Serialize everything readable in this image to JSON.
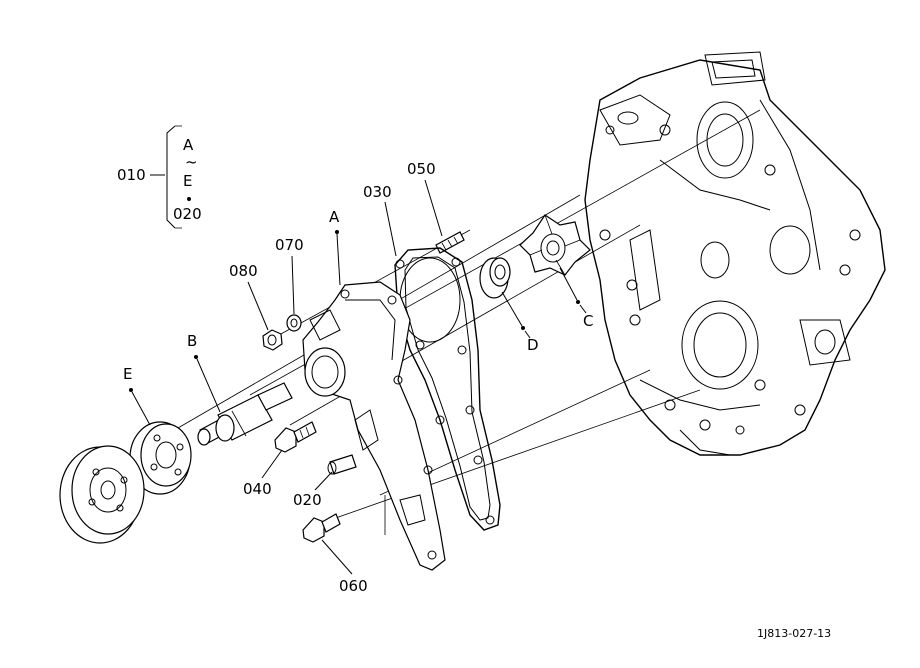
{
  "diagram": {
    "group_label": "010",
    "group_items": [
      "A",
      "~",
      "E",
      "020"
    ],
    "callouts": {
      "a": "A",
      "b": "B",
      "c": "C",
      "d": "D",
      "e": "E",
      "p020": "020",
      "p030": "030",
      "p040": "040",
      "p050": "050",
      "p060": "060",
      "p070": "070",
      "p080": "080"
    },
    "drawing_number": "1J813-027-13"
  }
}
